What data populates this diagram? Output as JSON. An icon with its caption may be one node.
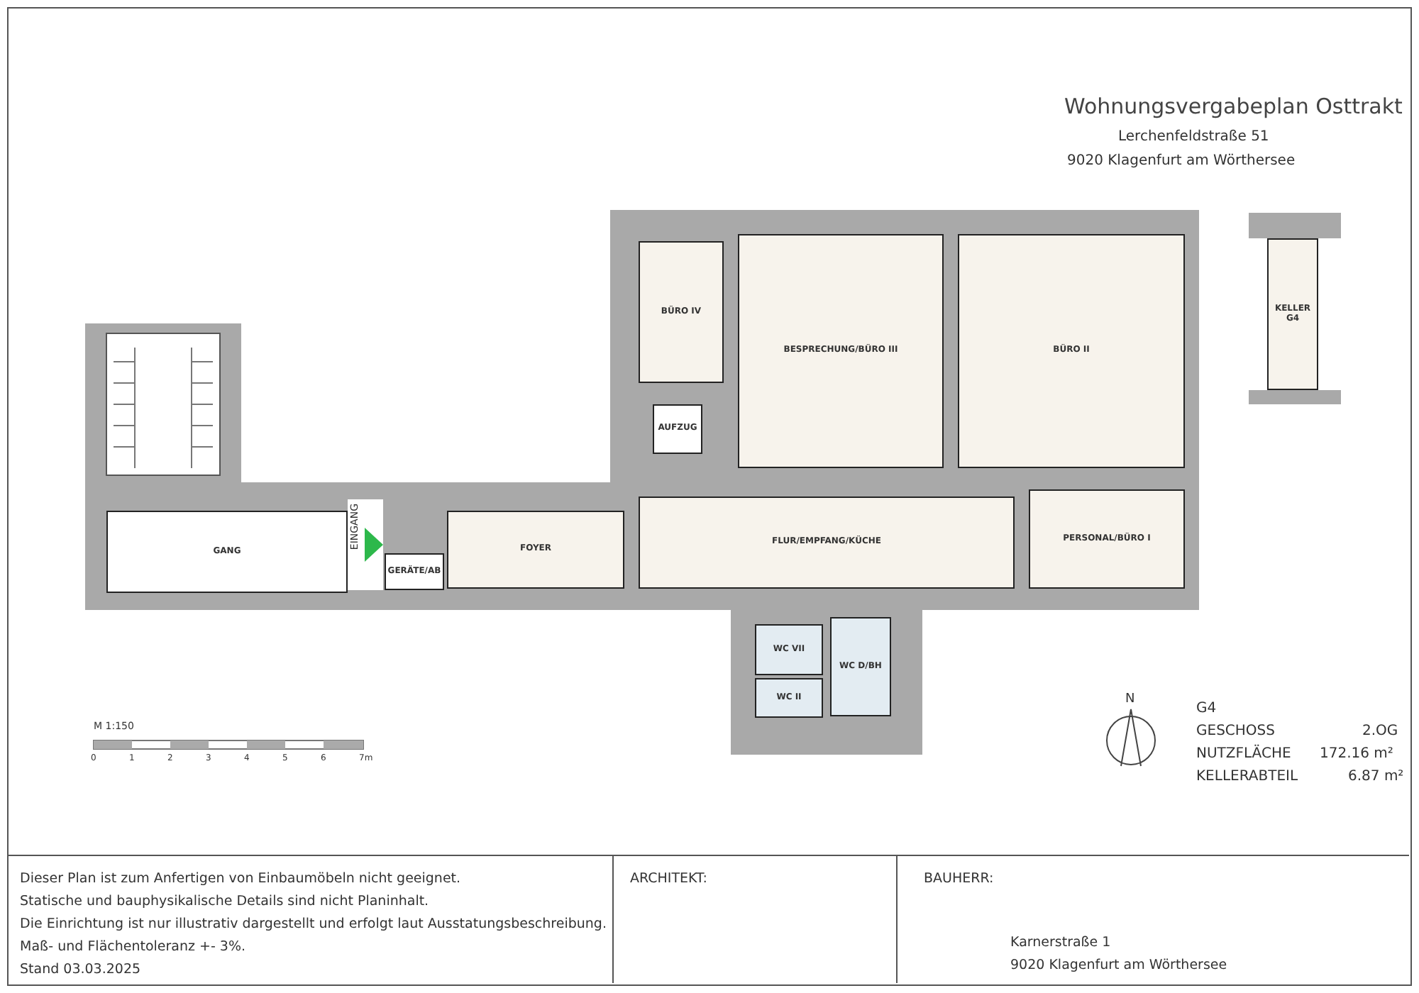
{
  "diagram": {
    "title": "Wohnungsvergabeplan Osttrakt",
    "nodes": [
      {
        "text": [
          "GANG"
        ]
      },
      {
        "text": [
          "GERÄTE/AB"
        ]
      },
      {
        "text": [
          "FOYER"
        ]
      },
      {
        "text": [
          "BÜRO IV"
        ]
      },
      {
        "text": [
          "BESPRECHUNG/BÜRO III"
        ]
      },
      {
        "text": [
          "BÜRO II"
        ]
      },
      {
        "text": [
          "AUFZUG"
        ]
      },
      {
        "text": [
          "FLUR/EMPFANG/KÜCHE"
        ]
      },
      {
        "text": [
          "PERSONAL/BÜRO I"
        ]
      },
      {
        "text": [
          "WC VII"
        ]
      },
      {
        "text": [
          "WC D/BH"
        ]
      },
      {
        "text": [
          "WC II"
        ]
      },
      {
        "text": [
          "KELLER G4"
        ]
      }
    ],
    "edges": [],
    "labels": [
      "Lerchenfeldstraße 51",
      "9020 Klagenfurt am Wörthersee",
      "EINGANG",
      "M 1:150",
      "0",
      "1",
      "2",
      "3",
      "4",
      "5",
      "6",
      "7m",
      "N",
      "G4",
      "GESCHOSS",
      "2.OG",
      "NUTZFLÄCHE",
      "172.16 m²",
      "KELLERABTEIL",
      "6.87 m²",
      "Dieser Plan ist zum Anfertigen von Einbaumöbeln nicht geeignet.",
      "Statische und bauphysikalische Details sind nicht Planinhalt.",
      "Die Einrichtung ist nur illustrativ dargestellt und erfolgt laut Ausstatungsbeschreibung.",
      "Maß- und Flächentoleranz +- 3%.",
      "Stand 03.03.2025",
      "ARCHITEKT:",
      "BAUHERR:",
      "Karnerstraße 1",
      "9020 Klagenfurt am Wörthersee"
    ]
  }
}
